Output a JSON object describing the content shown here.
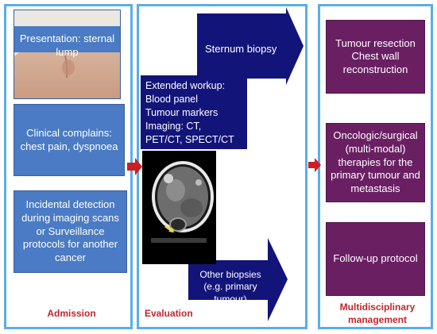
{
  "columns": {
    "admission": {
      "label": "Admission",
      "boxes": [
        "Presentation: sternal lump",
        "Clinical complains: chest pain, dyspnoea",
        "Incidental detection during  imaging scans or Surveillance protocols for another cancer"
      ]
    },
    "evaluation": {
      "label": "Evaluation",
      "arrow_top": "Sternum biopsy",
      "workup_lines": [
        "Extended workup:",
        "Blood panel",
        "Tumour markers",
        "Imaging: CT,",
        "PET/CT, SPECT/CT"
      ],
      "arrow_bottom": "Other biopsies (e.g. primary tumour)"
    },
    "management": {
      "label": "Multidisciplinary management",
      "boxes": [
        "Tumour resection Chest wall reconstruction",
        "Oncologic/surgical (multi-modal) therapies for the primary tumour and metastasis",
        "Follow-up protocol"
      ]
    }
  },
  "colors": {
    "column_border": "#5aaee8",
    "admission_box": "#4a7bc4",
    "management_box": "#6a1f63",
    "arrow": "#13147a",
    "connector_arrow": "#cc1f24",
    "label": "#c0262d"
  }
}
